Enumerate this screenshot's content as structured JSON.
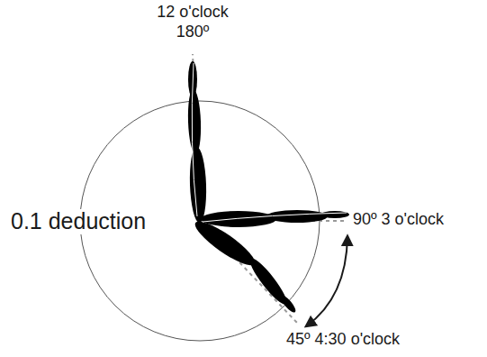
{
  "diagram": {
    "labels": [
      "12 o'clock",
      "180º",
      "0.1 deduction",
      "90º 3 o'clock",
      "45º 4:30 o'clock"
    ]
  }
}
